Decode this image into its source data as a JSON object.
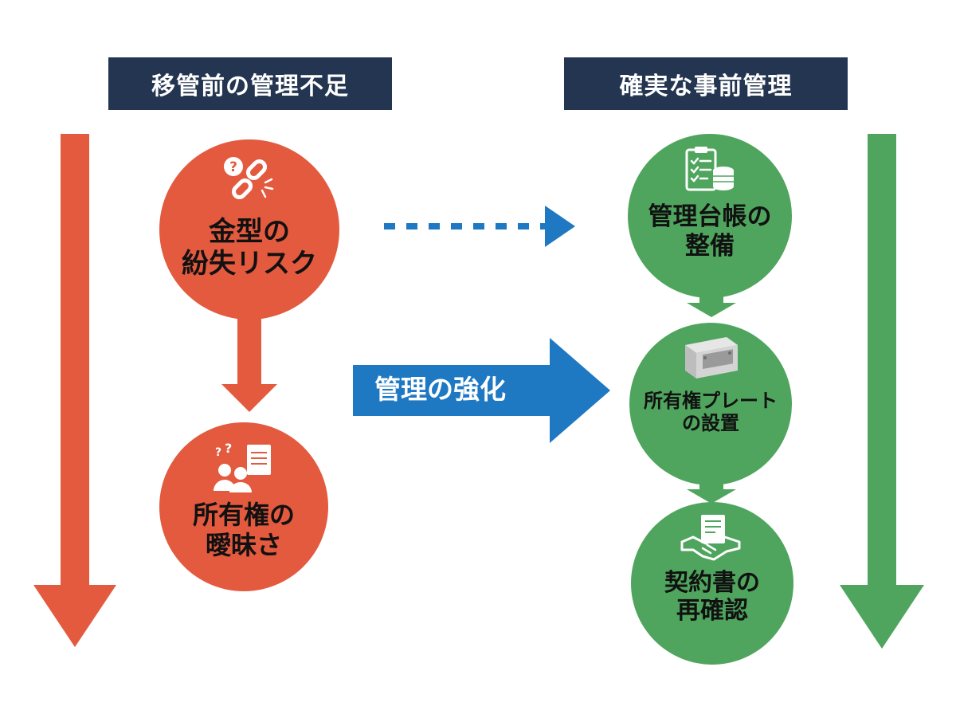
{
  "headers": {
    "left": "移管前の管理不足",
    "right": "確実な事前管理"
  },
  "left_column": {
    "nodes": [
      {
        "label": "金型の\n紛失リスク",
        "icon": "broken-chain-question-icon"
      },
      {
        "label": "所有権の\n曖昧さ",
        "icon": "people-question-document-icon"
      }
    ]
  },
  "right_column": {
    "nodes": [
      {
        "label": "管理台帳の\n整備",
        "icon": "clipboard-database-icon"
      },
      {
        "label": "所有権プレート\nの設置",
        "icon": "metal-plate-icon"
      },
      {
        "label": "契約書の\n再確認",
        "icon": "handshake-document-icon"
      }
    ]
  },
  "center_arrow": {
    "label": "管理の強化"
  },
  "colors": {
    "header_bg": "#233550",
    "red": "#e35a3f",
    "green": "#4fa55e",
    "blue": "#1e78c2"
  }
}
